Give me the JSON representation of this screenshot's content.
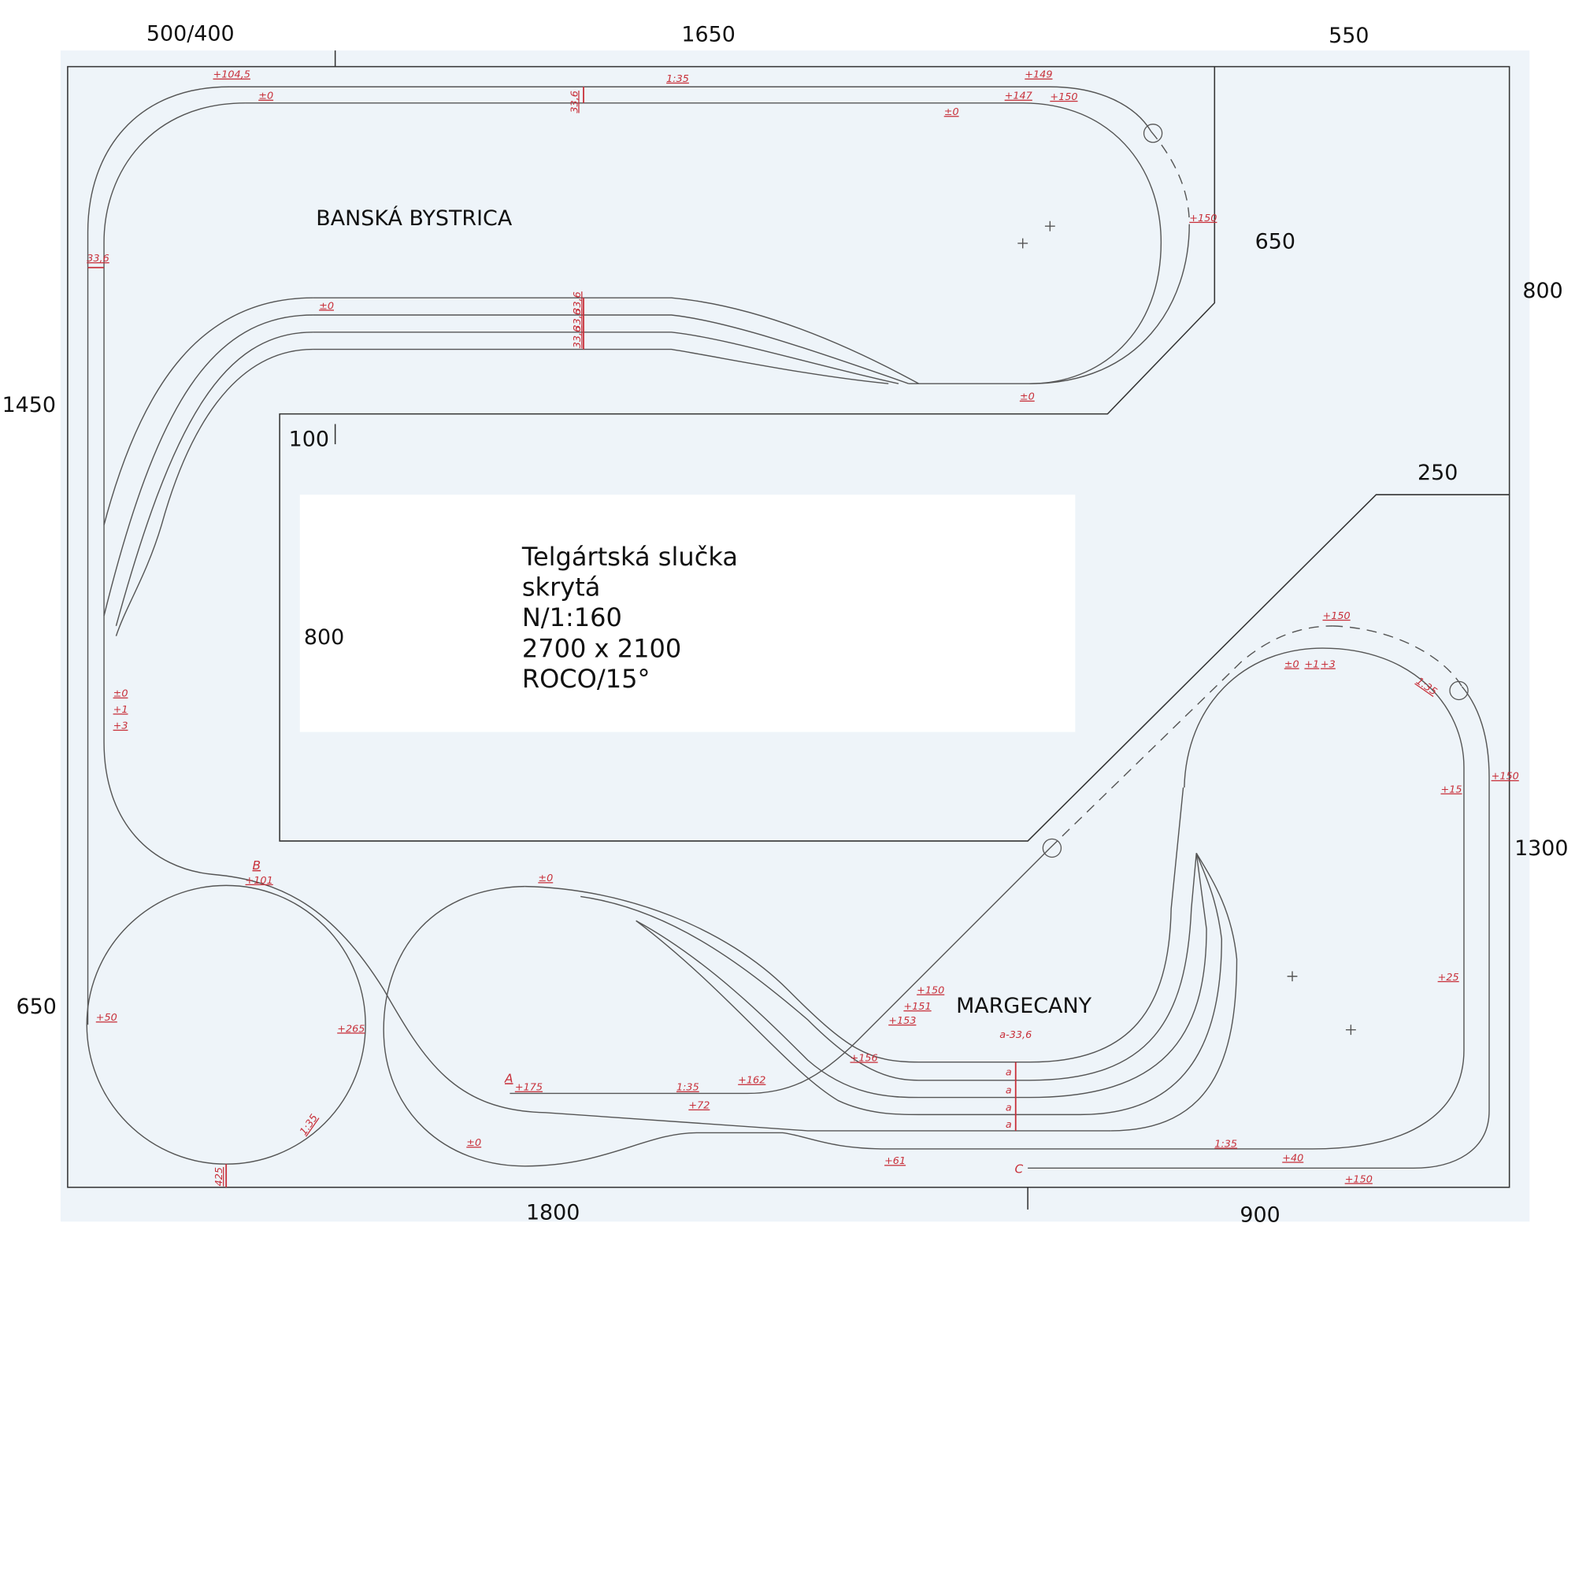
{
  "title": {
    "lines": [
      "Telgártská slučka",
      "skrytá",
      "N/1:160",
      "2700 x 2100",
      "ROCO/15°"
    ]
  },
  "stations": {
    "upper": "BANSKÁ BYSTRICA",
    "lower": "MARGECANY"
  },
  "dimensions": {
    "top_left": "500/400",
    "top_center": "1650",
    "top_right": "550",
    "right_inner_upper": "650",
    "right_upper": "800",
    "left_upper": "1450",
    "inner_top": "100",
    "inner_step": "250",
    "inner_left": "800",
    "right_lower": "1300",
    "left_lower": "650",
    "bottom_left": "1800",
    "bottom_right": "900"
  },
  "labels": [
    "+104,5",
    "±0",
    "33,6",
    "1:35",
    "+149",
    "+147",
    "+150",
    "±0",
    "+150",
    "33,6",
    "±0",
    "33,6",
    "33,6",
    "33,6",
    "±0",
    "±0",
    "+1",
    "+3",
    "B",
    "+101",
    "+50",
    "+265",
    "1:35",
    "425",
    "±0",
    "±0",
    "A",
    "+175",
    "1:35",
    "+162",
    "+72",
    "+61",
    "+150",
    "+151",
    "+153",
    "+156",
    "a-33,6",
    "C",
    "1:35",
    "+40",
    "+150",
    "+150",
    "±0",
    "+1",
    "+3",
    "1:35",
    "+15",
    "+150",
    "+25",
    "a",
    "a",
    "a",
    "a"
  ],
  "colors": {
    "board_fill": "#eef4f9",
    "annotation_red": "#c8303a",
    "track": "#555555"
  }
}
